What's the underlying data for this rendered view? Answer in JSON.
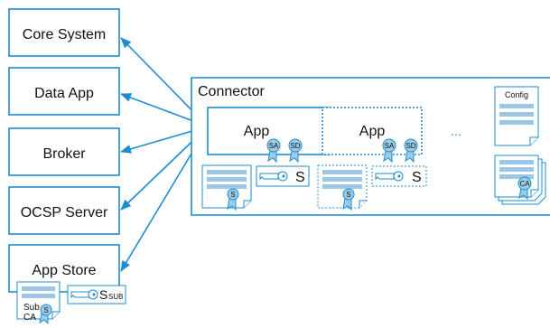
{
  "left_boxes": [
    {
      "id": "core",
      "label": "Core System"
    },
    {
      "id": "data",
      "label": "Data App"
    },
    {
      "id": "broker",
      "label": "Broker"
    },
    {
      "id": "ocsp",
      "label": "OCSP Server"
    },
    {
      "id": "store",
      "label": "App Store"
    }
  ],
  "connector": {
    "title": "Connector"
  },
  "apps": [
    {
      "label": "App",
      "sa": "SA",
      "sd": "SD"
    },
    {
      "label": "App",
      "sa": "SA",
      "sd": "SD"
    }
  ],
  "ellipsis": "...",
  "config": {
    "title": "Config"
  },
  "ca_seal": "CA",
  "s_seal": "S",
  "key_label": "S",
  "sub_ca": {
    "line1": "Sub",
    "line2": "CA"
  },
  "key_sub": {
    "main": "S",
    "sub": "SUB"
  },
  "colors": {
    "line": "#1f8ccf",
    "seal": "#9ccbe8",
    "bar": "#9cc6e6"
  }
}
